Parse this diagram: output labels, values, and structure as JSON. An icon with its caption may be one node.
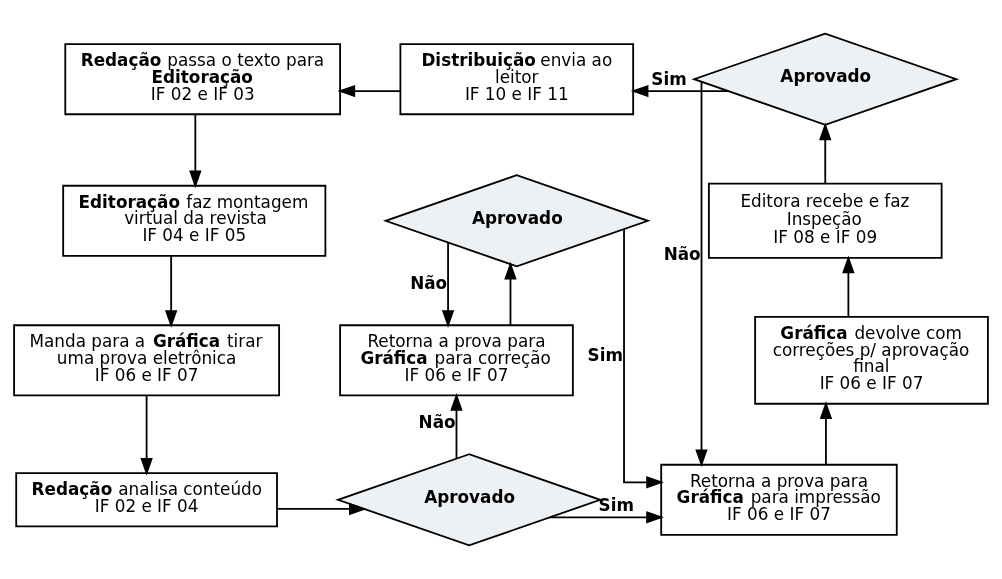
{
  "diagram": {
    "nodes": [
      {
        "text": [
          "**Redação** passa o texto para **Editoração**",
          "IF 02 e IF 03"
        ]
      },
      {
        "text": [
          "**Distribuição** envia ao leitor",
          "IF 10 e IF 11"
        ]
      },
      {
        "text": [
          "**Aprovado**"
        ]
      },
      {
        "text": [
          "**Editoração** faz montagem virtual da revista",
          "IF 04 e IF 05"
        ]
      },
      {
        "text": [
          "**Aprovado**"
        ]
      },
      {
        "text": [
          "Editora recebe e faz Inspeção",
          "IF 08 e IF 09"
        ]
      },
      {
        "text": [
          "Manda para a **Gráfica** tirar uma prova eletrônica",
          "IF 06 e IF 07"
        ]
      },
      {
        "text": [
          "Retorna a prova para **Gráfica** para correção",
          "IF 06 e IF 07"
        ]
      },
      {
        "text": [
          "**Gráfica** devolve com correções p/ aprovação final",
          "IF 06 e IF 07"
        ]
      },
      {
        "text": [
          "**Redação** analisa conteúdo",
          "IF 02 e IF 04"
        ]
      },
      {
        "text": [
          "**Aprovado**"
        ]
      },
      {
        "text": [
          "Retorna a prova para **Gráfica** para impressão",
          "IF 06 e IF 07"
        ]
      }
    ],
    "edges": [
      {
        "from": 0,
        "to": 3,
        "arrow": "to"
      },
      {
        "from": 3,
        "to": 6,
        "arrow": "to"
      },
      {
        "from": 6,
        "to": 9,
        "arrow": "to"
      },
      {
        "from": 9,
        "to": 10,
        "arrow": "to"
      },
      {
        "from": 10,
        "to": 7,
        "arrow": "to",
        "label": "Não"
      },
      {
        "from": 10,
        "to": 11,
        "arrow": "to",
        "label": "Sim"
      },
      {
        "from": 7,
        "to": 4,
        "arrow": "to"
      },
      {
        "from": 4,
        "to": 7,
        "arrow": "to",
        "label": "Não"
      },
      {
        "from": 4,
        "to": 11,
        "arrow": "to",
        "label": "Sim"
      },
      {
        "from": 11,
        "to": 8,
        "arrow": "to"
      },
      {
        "from": 8,
        "to": 5,
        "arrow": "to"
      },
      {
        "from": 5,
        "to": 2,
        "arrow": "to"
      },
      {
        "from": 2,
        "to": 1,
        "arrow": "to",
        "label": "Sim"
      },
      {
        "from": 1,
        "to": 0,
        "arrow": "to"
      },
      {
        "from": 2,
        "to": 11,
        "arrow": "to",
        "label": "Não"
      }
    ]
  }
}
